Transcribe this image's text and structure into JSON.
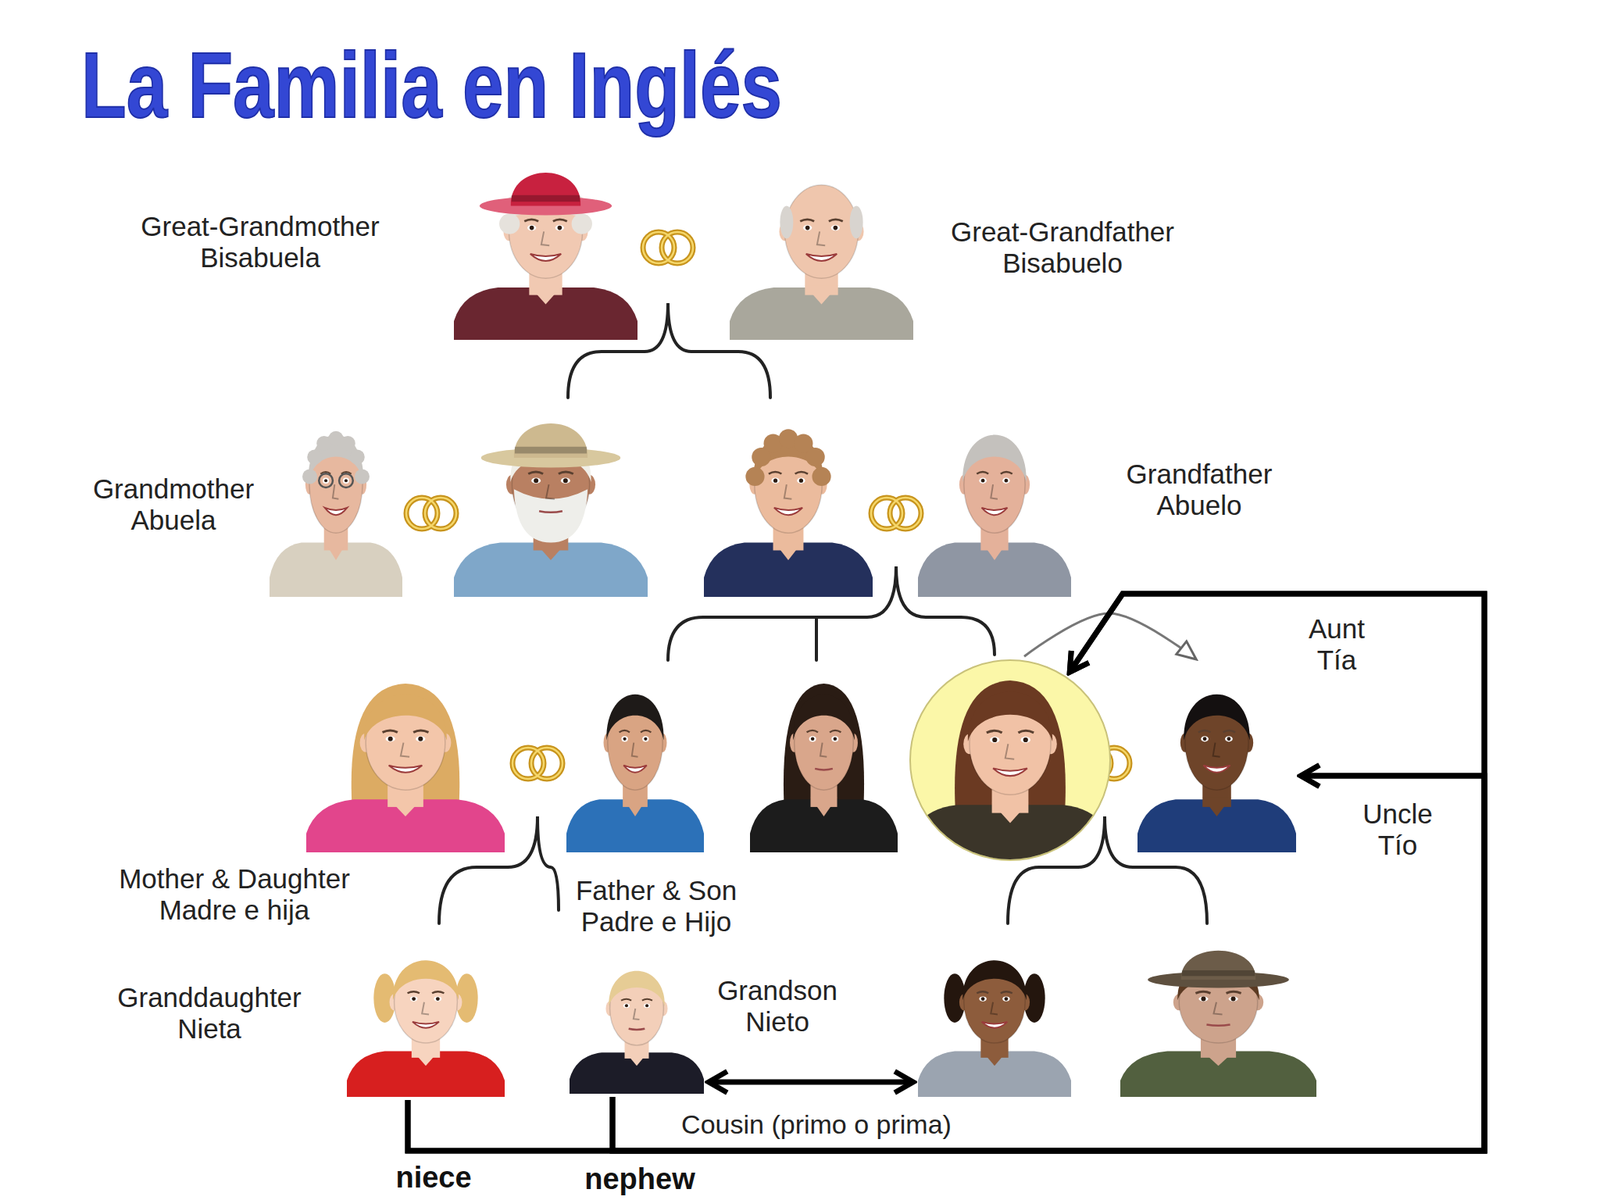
{
  "diagram": {
    "title": "La Familia en Inglés",
    "nodes": [
      {
        "text": [
          "Great-Grandmother",
          "Bisabuela"
        ]
      },
      {
        "text": [
          "Great-Grandfather",
          "Bisabuelo"
        ]
      },
      {
        "text": [
          "Grandmother",
          "Abuela"
        ]
      },
      {
        "text": []
      },
      {
        "text": []
      },
      {
        "text": [
          "Grandfather",
          "Abuelo"
        ]
      },
      {
        "text": [
          "Mother & Daughter",
          "Madre e hija"
        ]
      },
      {
        "text": [
          "Father & Son",
          "Padre e Hijo"
        ]
      },
      {
        "text": []
      },
      {
        "text": [
          "Aunt",
          "Tía"
        ]
      },
      {
        "text": [
          "Uncle",
          "Tío"
        ]
      },
      {
        "text": [
          "Granddaughter",
          "Nieta"
        ]
      },
      {
        "text": [
          "Grandson",
          "Nieto"
        ]
      },
      {
        "text": []
      },
      {
        "text": []
      }
    ],
    "edges": [
      {
        "from": 12,
        "to": 13,
        "label": "Cousin (primo o prima)",
        "arrow": "both"
      },
      {
        "from": 9,
        "to": 10,
        "arrow": "to"
      },
      {
        "from": 11,
        "to": 9,
        "arrow": "to"
      },
      {
        "from": 11,
        "to": 10,
        "arrow": "to"
      },
      {
        "from": 12,
        "to": 9,
        "arrow": "to"
      },
      {
        "from": 12,
        "to": 10,
        "arrow": "to"
      }
    ],
    "labels": [
      "niece",
      "nephew"
    ]
  }
}
